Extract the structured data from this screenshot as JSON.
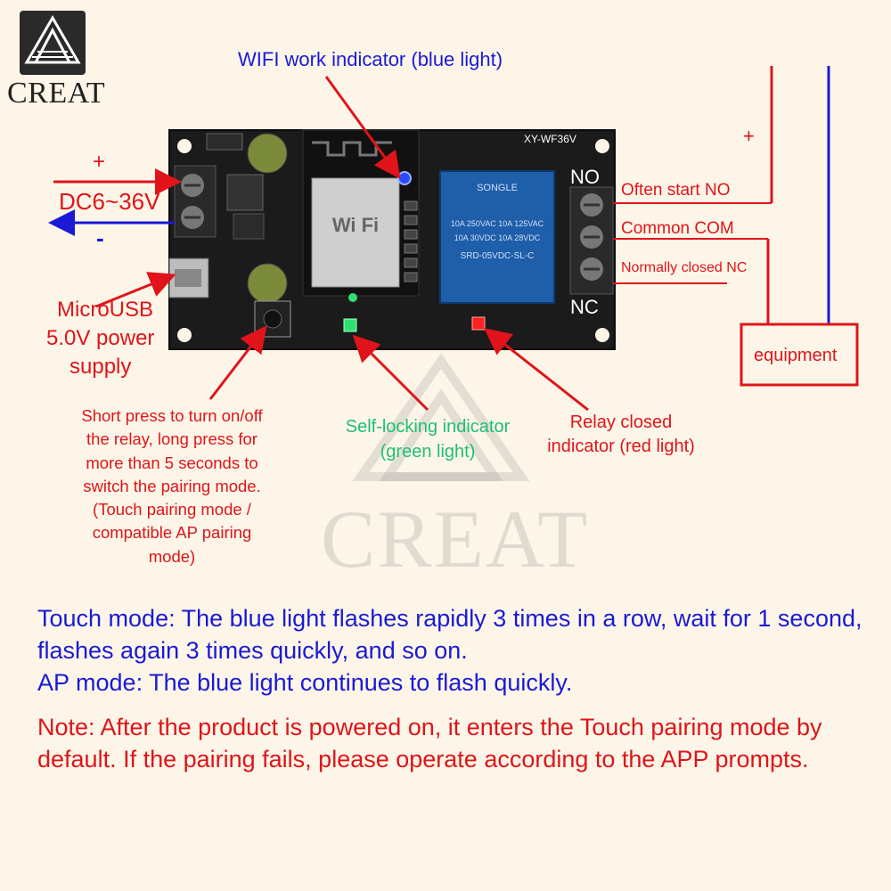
{
  "brand": {
    "logo_text": "CREAT",
    "watermark_text": "CREAT"
  },
  "board": {
    "model": "XY-WF36V",
    "no_label": "NO",
    "nc_label": "NC",
    "wifi_module_text": "Wi Fi",
    "relay_brand": "SONGLE",
    "relay_specs": [
      "10A 250VAC 10A 125VAC",
      "10A 30VDC 10A 28VDC",
      "SRD-05VDC-SL-C"
    ]
  },
  "labels": {
    "wifi_indicator": "WIFI work indicator (blue light)",
    "plus_left": "+",
    "dc_range": "DC6~36V",
    "minus_left": "-",
    "microusb": "MicroUSB",
    "usb_power_line1": "5.0V power",
    "usb_power_line2": "supply",
    "button_desc": [
      "Short press to turn on/off",
      "the relay, long press for",
      "more than 5 seconds to",
      "switch the pairing mode.",
      "(Touch pairing mode /",
      "compatible AP pairing",
      "mode)"
    ],
    "self_lock_line1": "Self-locking indicator",
    "self_lock_line2": "(green light)",
    "relay_ind_line1": "Relay closed",
    "relay_ind_line2": "indicator (red light)",
    "often_start": "Often start NO",
    "common_com": "Common COM",
    "normally_closed": "Normally closed NC",
    "plus_right": "+",
    "equipment": "equipment"
  },
  "notes": {
    "touch_mode": "Touch mode: The blue light flashes rapidly 3 times in a row, wait for 1 second, flashes again 3 times quickly, and so on.",
    "ap_mode": "AP mode: The blue light continues to flash quickly.",
    "note": "Note: After the product is powered on, it enters the Touch pairing mode by default. If the pairing fails, please operate according to the APP prompts."
  },
  "colors": {
    "red": "#e0141a",
    "blue": "#1a1ad6",
    "green": "#1fbf72",
    "background": "#fdf6e8",
    "pcb": "#1b1b1b",
    "relay": "#1f5ea8"
  }
}
